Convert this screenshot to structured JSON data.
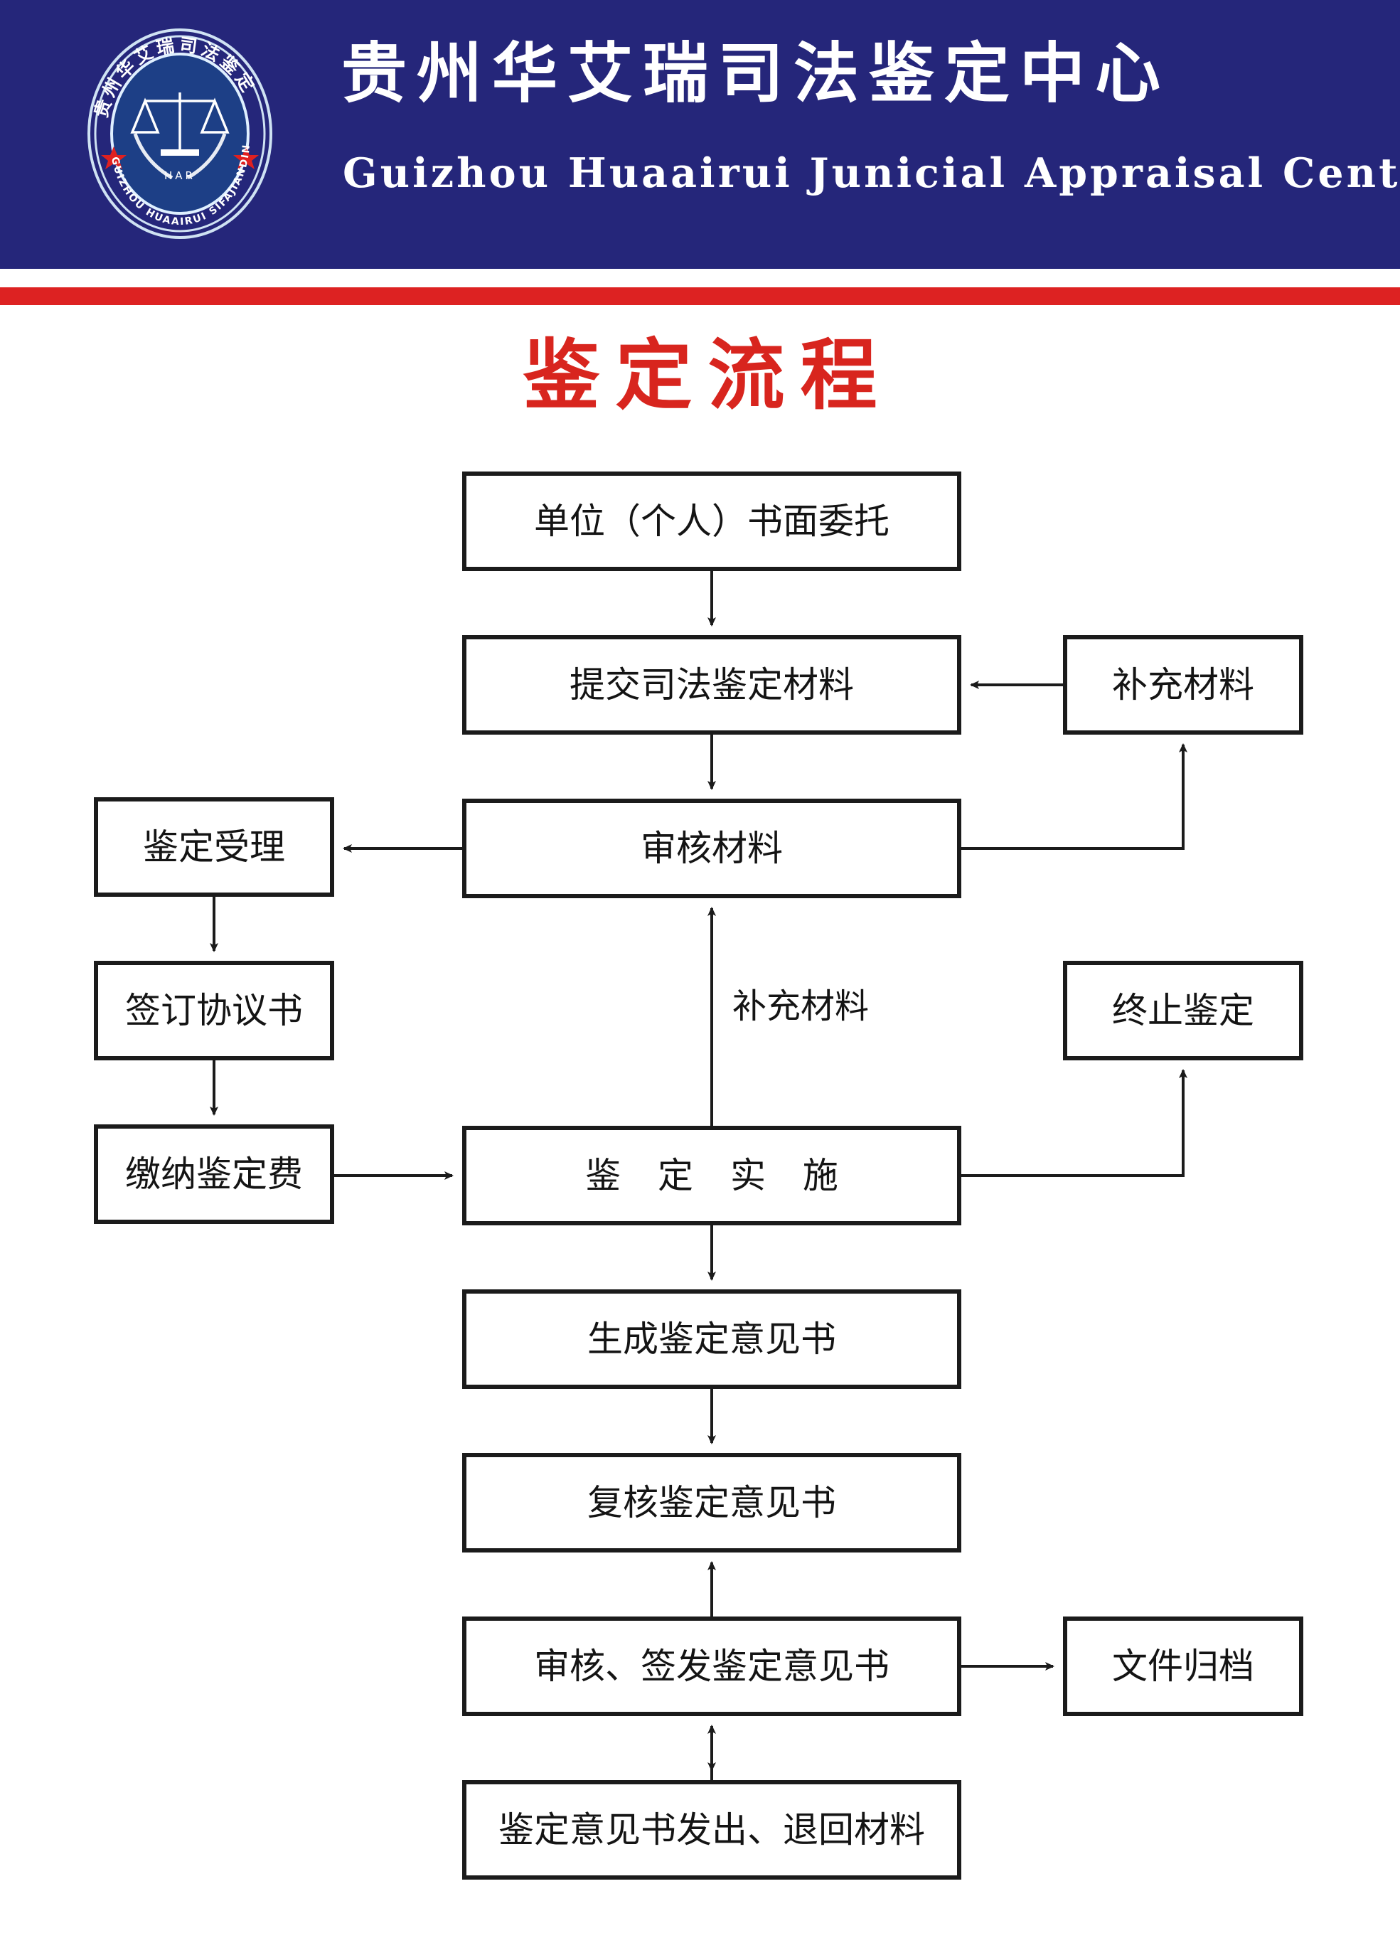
{
  "header": {
    "org_name_cn": "贵州华艾瑞司法鉴定中心",
    "org_name_en": "Guizhou Huaairui Junicial  Appraisal Center",
    "banner_color": "#25267a",
    "rule_color": "#dd2222",
    "seal": {
      "ring_text_cn": "贵州华艾瑞司法鉴定",
      "ring_text_pinyin": "GUIZHOU HUAAIRUI SIFAJIANDING",
      "monogram": "HAR",
      "icon": "balance-scale-icon",
      "star_color": "#e02020"
    }
  },
  "title": {
    "text": "鉴定流程",
    "color": "#d8251e"
  },
  "chart_data": {
    "type": "diagram",
    "title": "鉴定流程",
    "nodes": [
      {
        "id": "entrust",
        "label": "单位（个人）书面委托",
        "column": "center"
      },
      {
        "id": "submit",
        "label": "提交司法鉴定材料",
        "column": "center"
      },
      {
        "id": "review",
        "label": "审核材料",
        "column": "center"
      },
      {
        "id": "implement",
        "label": "鉴 定 实 施",
        "column": "center"
      },
      {
        "id": "generate",
        "label": "生成鉴定意见书",
        "column": "center"
      },
      {
        "id": "recheck",
        "label": "复核鉴定意见书",
        "column": "center"
      },
      {
        "id": "signoff",
        "label": "审核、签发鉴定意见书",
        "column": "center"
      },
      {
        "id": "issue",
        "label": "鉴定意见书发出、退回材料",
        "column": "center"
      },
      {
        "id": "accept",
        "label": "鉴定受理",
        "column": "left"
      },
      {
        "id": "agreement",
        "label": "签订协议书",
        "column": "left"
      },
      {
        "id": "fee",
        "label": "缴纳鉴定费",
        "column": "left"
      },
      {
        "id": "supply",
        "label": "补充材料",
        "column": "right"
      },
      {
        "id": "terminate",
        "label": "终止鉴定",
        "column": "right"
      },
      {
        "id": "archive",
        "label": "文件归档",
        "column": "right"
      }
    ],
    "edges": [
      {
        "from": "entrust",
        "to": "submit",
        "label": ""
      },
      {
        "from": "submit",
        "to": "review",
        "label": ""
      },
      {
        "from": "review",
        "to": "accept",
        "label": ""
      },
      {
        "from": "accept",
        "to": "agreement",
        "label": ""
      },
      {
        "from": "agreement",
        "to": "fee",
        "label": ""
      },
      {
        "from": "fee",
        "to": "implement",
        "label": ""
      },
      {
        "from": "implement",
        "to": "review",
        "label": "补充材料"
      },
      {
        "from": "supply",
        "to": "submit",
        "label": ""
      },
      {
        "from": "review",
        "to": "supply",
        "label": ""
      },
      {
        "from": "implement",
        "to": "terminate",
        "label": ""
      },
      {
        "from": "supply",
        "to": "terminate",
        "label": ""
      },
      {
        "from": "implement",
        "to": "generate",
        "label": ""
      },
      {
        "from": "generate",
        "to": "recheck",
        "label": ""
      },
      {
        "from": "recheck",
        "to": "signoff",
        "label": ""
      },
      {
        "from": "signoff",
        "to": "archive",
        "label": ""
      },
      {
        "from": "issue",
        "to": "signoff",
        "label": ""
      }
    ],
    "edge_labels": [
      {
        "id": "supply-note",
        "text": "补充材料"
      }
    ],
    "box_border_color": "#1b1b1b",
    "box_fill": "#ffffff"
  }
}
